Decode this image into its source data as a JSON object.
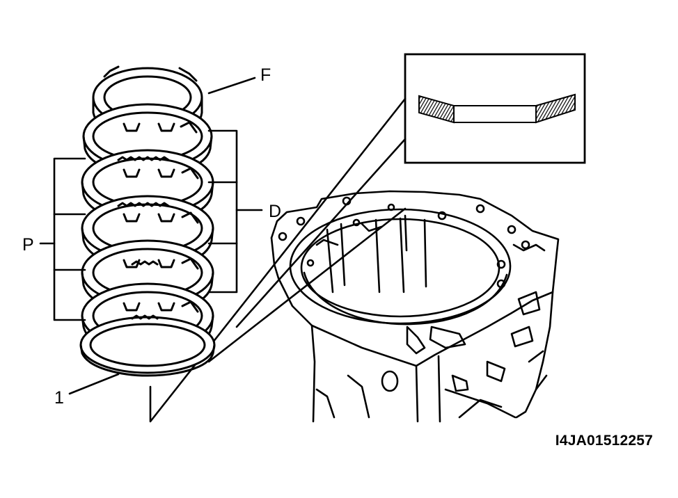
{
  "labels": {
    "F": "F",
    "D": "D",
    "P": "P",
    "one": "1"
  },
  "figure_code": "I4JA01512257",
  "colors": {
    "ink": "#000000",
    "paper": "#ffffff"
  }
}
